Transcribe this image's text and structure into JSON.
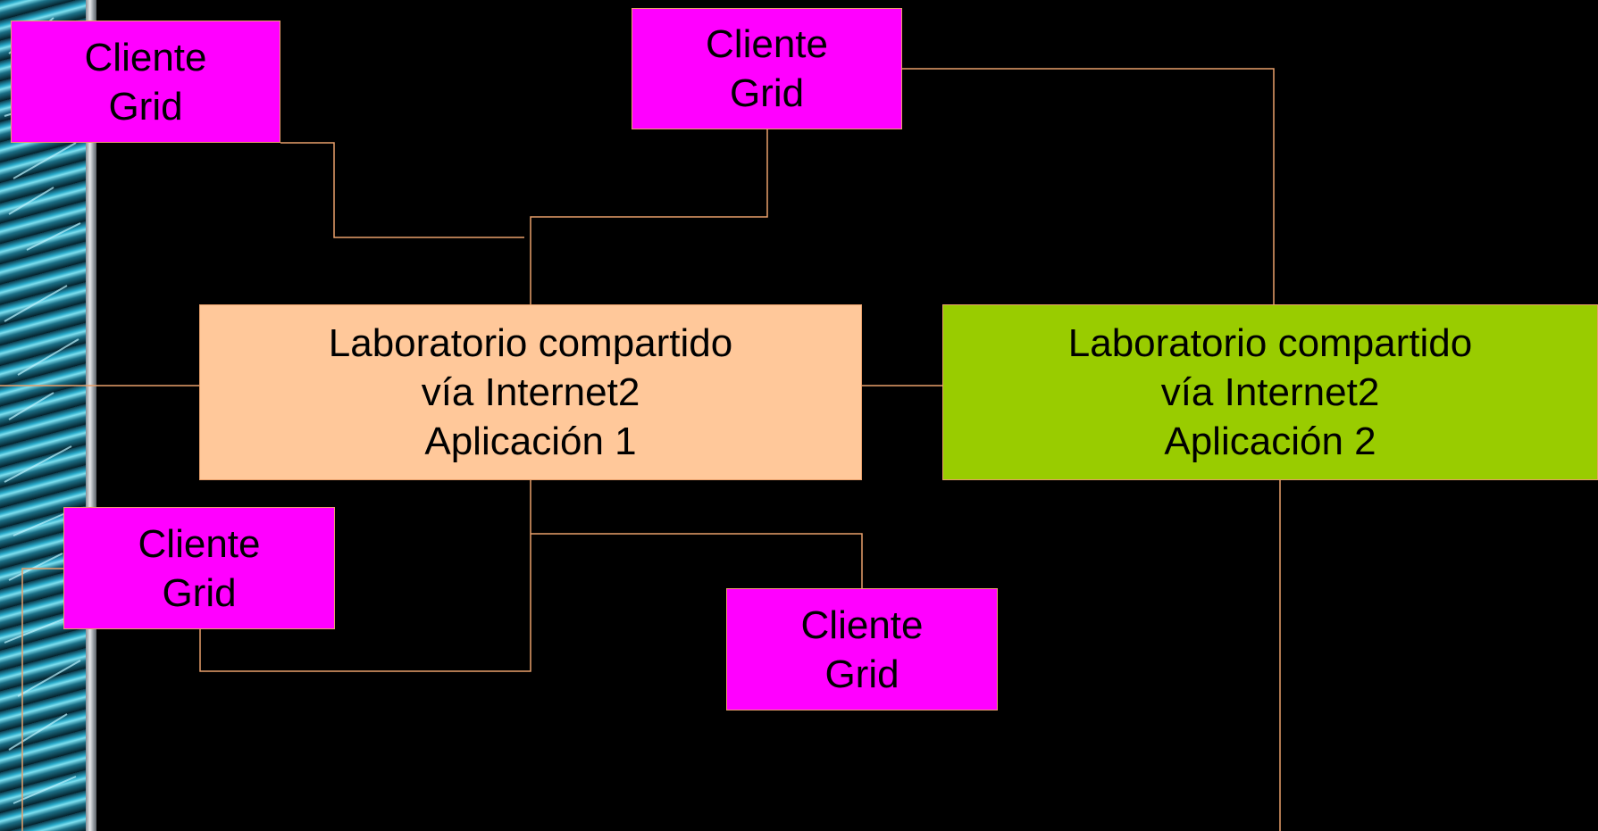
{
  "colors": {
    "background": "#000000",
    "client_box": "#ff00ff",
    "lab1_box": "#ffc89a",
    "lab2_box": "#99cc00",
    "connector": "#e9a06b",
    "text": "#000000"
  },
  "clients": [
    {
      "line1": "Cliente",
      "line2": "Grid"
    },
    {
      "line1": "Cliente",
      "line2": "Grid"
    },
    {
      "line1": "Cliente",
      "line2": "Grid"
    },
    {
      "line1": "Cliente",
      "line2": "Grid"
    }
  ],
  "labs": [
    {
      "line1": "Laboratorio compartido",
      "line2": "vía Internet2",
      "line3": "Aplicación 1"
    },
    {
      "line1": "Laboratorio compartido",
      "line2": "vía Internet2",
      "line3": "Aplicación 2"
    }
  ]
}
